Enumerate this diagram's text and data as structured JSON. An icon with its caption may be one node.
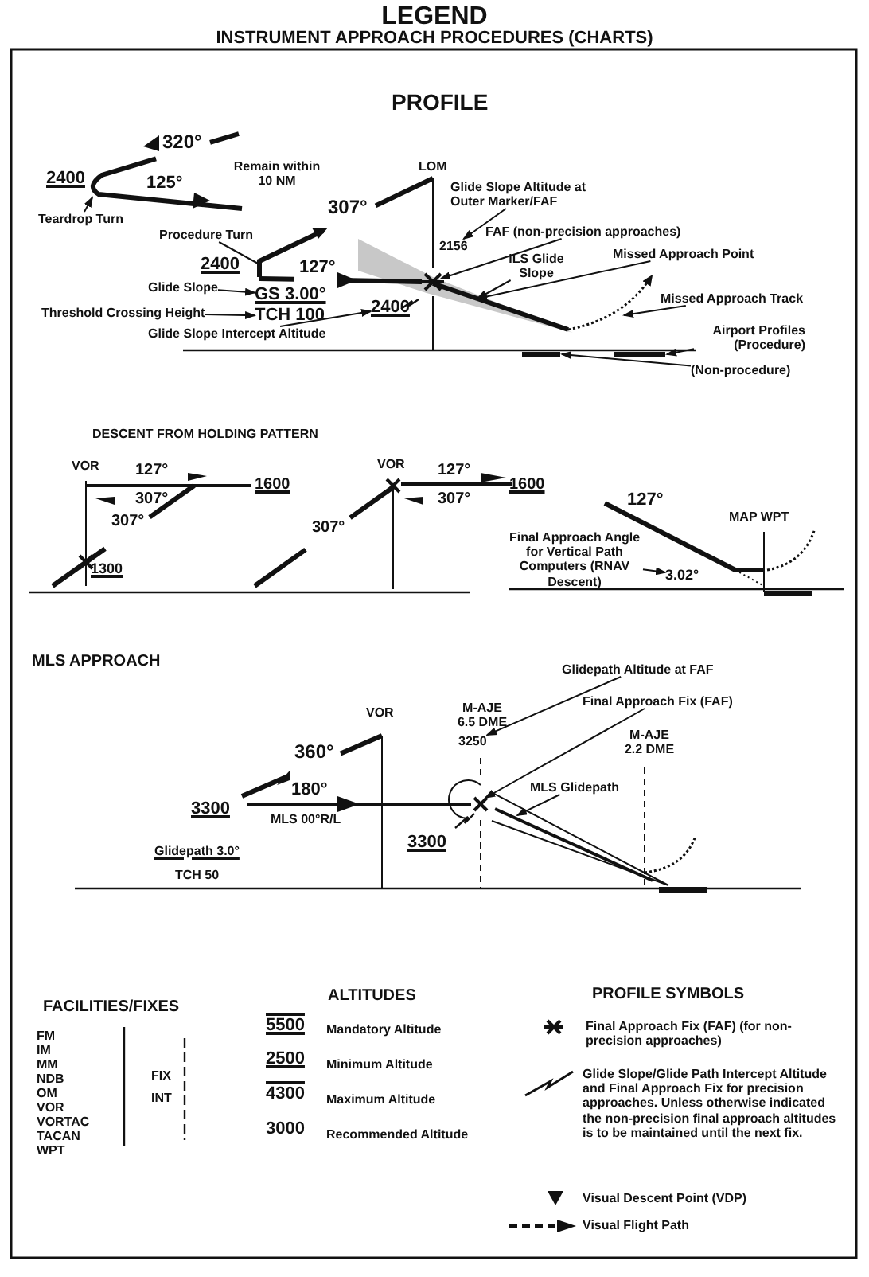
{
  "diagram": {
    "title": "LEGEND",
    "nodes": [
      {
        "text": [
          "Teardrop Turn"
        ]
      },
      {
        "text": [
          "Procedure Turn"
        ]
      },
      {
        "text": [
          "Glide Slope"
        ]
      },
      {
        "text": [
          "GS 3.00°"
        ]
      },
      {
        "text": [
          "Threshold Crossing Height"
        ]
      },
      {
        "text": [
          "TCH 100"
        ]
      },
      {
        "text": [
          "Glide Slope Intercept Altitude"
        ]
      },
      {
        "text": [
          "2400"
        ]
      },
      {
        "text": [
          "Glide Slope Altitude at Outer Marker/FAF"
        ]
      },
      {
        "text": [
          "2156"
        ]
      },
      {
        "text": [
          "FAF (non-precision approaches)"
        ]
      },
      {
        "text": [
          "ILS Glide Slope"
        ]
      },
      {
        "text": [
          "Missed Approach Point"
        ]
      },
      {
        "text": [
          "Missed Approach Track"
        ]
      },
      {
        "text": [
          "Airport Profiles (Procedure)"
        ]
      },
      {
        "text": [
          "(Non-procedure)"
        ]
      },
      {
        "text": [
          "Final Approach Angle for Vertical Path Computers (RNAV Descent)"
        ]
      },
      {
        "text": [
          "3.02°"
        ]
      },
      {
        "text": [
          "Glidepath Altitude at FAF"
        ]
      },
      {
        "text": [
          "3250"
        ]
      },
      {
        "text": [
          "Final Approach Fix (FAF)"
        ]
      },
      {
        "text": [
          "MLS Glidepath"
        ]
      },
      {
        "text": [],
        "shape": "line"
      },
      {
        "text": [],
        "shape": "line"
      },
      {
        "text": [],
        "shape": "cross"
      },
      {
        "text": [],
        "shape": "line"
      },
      {
        "text": [],
        "shape": "arc"
      },
      {
        "text": [],
        "shape": "bar"
      },
      {
        "text": [],
        "shape": "bar"
      },
      {
        "text": [],
        "shape": "cross"
      },
      {
        "text": [],
        "shape": "line"
      }
    ],
    "edges": [
      {
        "from": 0,
        "to": 22,
        "arrow": "to"
      },
      {
        "from": 1,
        "to": 23,
        "arrow": "none"
      },
      {
        "from": 2,
        "to": 3,
        "arrow": "to"
      },
      {
        "from": 4,
        "to": 5,
        "arrow": "to"
      },
      {
        "from": 6,
        "to": 7,
        "arrow": "to"
      },
      {
        "from": 8,
        "to": 9,
        "arrow": "to"
      },
      {
        "from": 10,
        "to": 24,
        "arrow": "to"
      },
      {
        "from": 11,
        "to": 25,
        "arrow": "to"
      },
      {
        "from": 12,
        "to": 25,
        "arrow": "to"
      },
      {
        "from": 13,
        "to": 26,
        "arrow": "to"
      },
      {
        "from": 14,
        "to": 28,
        "arrow": "to"
      },
      {
        "from": 15,
        "to": 27,
        "arrow": "to"
      },
      {
        "from": 16,
        "to": 17,
        "arrow": "to"
      },
      {
        "from": 18,
        "to": 19,
        "arrow": "to"
      },
      {
        "from": 20,
        "to": 29,
        "arrow": "to"
      },
      {
        "from": 21,
        "to": 30,
        "arrow": "to"
      }
    ],
    "labels": [
      "INSTRUMENT APPROACH PROCEDURES (CHARTS)",
      "PROFILE",
      "320°",
      "2400",
      "125°",
      "Remain within 10 NM",
      "LOM",
      "307°",
      "2400",
      "127°",
      "DESCENT FROM HOLDING PATTERN",
      "VOR",
      "127°",
      "1600",
      "307°",
      "307°",
      "1300",
      "VOR",
      "127°",
      "1600",
      "307°",
      "307°",
      "127°",
      "MAP WPT",
      "MLS APPROACH",
      "VOR",
      "360°",
      "3300",
      "180°",
      "MLS 00°R/L",
      "Glidepath 3.0°",
      "TCH 50",
      "M-AJE 6.5 DME",
      "M-AJE 2.2 DME",
      "3300",
      "FACILITIES/FIXES",
      "FM",
      "IM",
      "MM",
      "NDB",
      "OM",
      "VOR",
      "VORTAC",
      "TACAN",
      "WPT",
      "FIX",
      "INT",
      "ALTITUDES",
      "5500",
      "Mandatory Altitude",
      "2500",
      "Minimum Altitude",
      "4300",
      "Maximum Altitude",
      "3000",
      "Recommended Altitude",
      "PROFILE SYMBOLS"
    ],
    "legend": [
      {
        "text": "Final Approach Fix (FAF) (for non-precision approaches)"
      },
      {
        "text": "Glide Slope/Glide Path Intercept Altitude and Final Approach Fix for precision approaches. Unless otherwise indicated the non-precision final approach altitudes is to be maintained until the next fix."
      },
      {
        "text": "Visual Descent Point (VDP)"
      },
      {
        "text": "Visual Flight Path"
      }
    ]
  }
}
